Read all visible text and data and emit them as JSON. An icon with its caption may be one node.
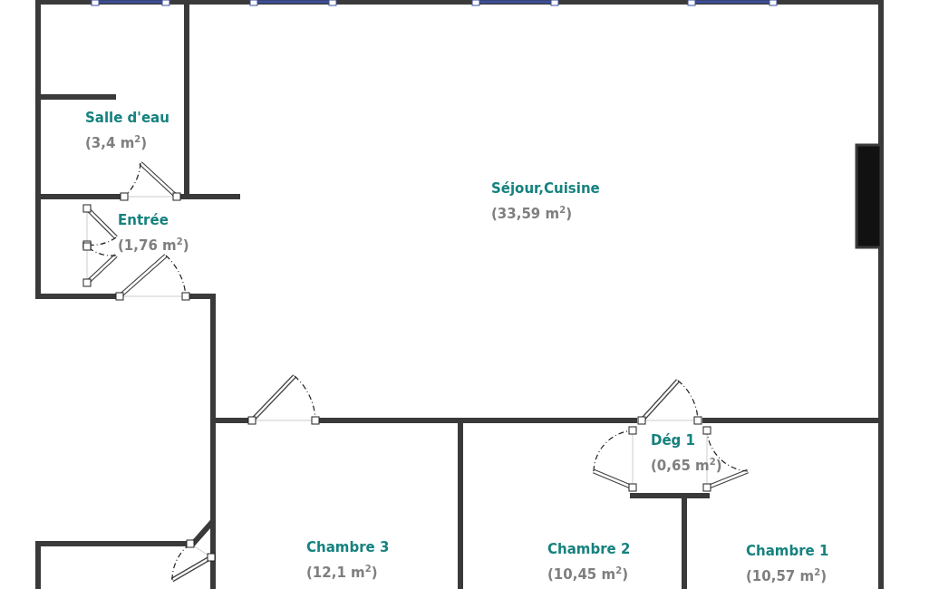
{
  "diagram": {
    "nodes": [
      {
        "text": [
          "Salle d'eau",
          "(3,4 m$^{2}$)"
        ]
      },
      {
        "text": [
          "Entrée",
          "(1,76 m$^{2}$)"
        ]
      },
      {
        "text": [
          "Séjour,Cuisine",
          "(33,59 m$^{2}$)"
        ]
      },
      {
        "text": [
          "Dég 1",
          "(0,65 m$^{2}$)"
        ]
      },
      {
        "text": [
          "Chambre 3",
          "(12,1 m$^{2}$)"
        ]
      },
      {
        "text": [
          "Chambre 2",
          "(10,45 m$^{2}$)"
        ]
      },
      {
        "text": [
          "Chambre 1",
          "(10,57 m$^{2}$)"
        ]
      }
    ]
  }
}
